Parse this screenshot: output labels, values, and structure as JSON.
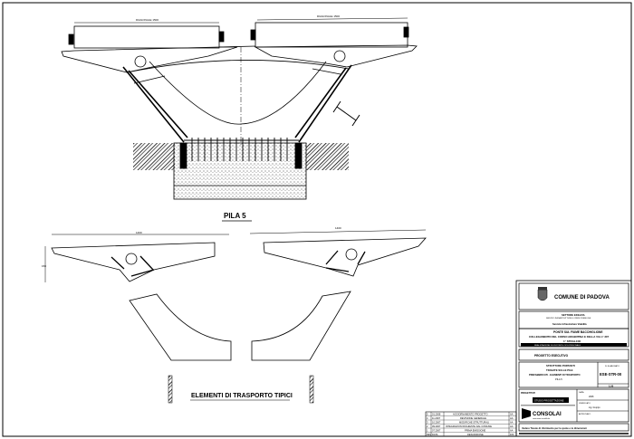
{
  "drawing": {
    "section_title": "PILA 5",
    "elements_title": "ELEMENTI DI TRASPORTO TIPICI",
    "dimensions": {
      "left_deck": "DIAGONALE 1500",
      "right_deck": "DIAGONALE 1500",
      "left_element": "1400",
      "right_element": "1400",
      "left_element_height": "150"
    }
  },
  "title_block": {
    "client": "COMUNE DI PADOVA",
    "department_1": "SETTORE EDILIZIA",
    "department_2": "SERVIZIO INFRASTRUTTURE E OPERE PUBBLICHE",
    "office": "Servizio Infrastrutture Viabilità",
    "project_line_1": "PONTE SUL FIUME BACCHIGLIONE",
    "project_line_2": "COLLEGAMENTO DEL CORSO ARGENTINA E DELLA VIA n° 307",
    "project_line_3": "1° STRALCIO",
    "project_note": "REALIZZAZIONE DI UN PONTE CICLOPEDONALE",
    "phase": "PROGETTO ESECUTIVO",
    "drawing_desc_1": "STRUTTURE PORTANTI",
    "drawing_desc_2": "TRAVATE SULLE PILE",
    "drawing_desc_3": "PREFABBRICATI - ELEMENTI DI TRASPORTO",
    "drawing_desc_4": "PILA 5",
    "drawing_no_label": "N. ELABORATO",
    "drawing_no": "ESE-STR-00",
    "scale": "1:50",
    "designer_label": "PROGETTISTI",
    "designer_name": "STUDIO PROGETTAZIONE",
    "company": "CONSOLAI",
    "company_sub": "costruzioni metalliche",
    "date_label": "DATA",
    "date_value": "2008",
    "check_label": "VERIFICATO",
    "check_value": "ing. Gruppo",
    "approved_label": "APPROVATO",
    "footer": "Vedere Tavole di riferimento per le quote e le dimensioni"
  },
  "revisions": {
    "rows": [
      {
        "rev": "5",
        "date": "01.2008",
        "desc": "AGGIORNAMENTO PROGETTO",
        "by": "AA"
      },
      {
        "rev": "4",
        "date": "11.2007",
        "desc": "REVISIONE GENERALE",
        "by": "AA"
      },
      {
        "rev": "3",
        "date": "10.2007",
        "desc": "MODIFICHE STRUTTURALI",
        "by": "AA"
      },
      {
        "rev": "2",
        "date": "09.2007",
        "desc": "INTEGRAZIONI RICHIESTE DAL COMUNE",
        "by": "AA"
      },
      {
        "rev": "1",
        "date": "07.2007",
        "desc": "PRIMA EMISSIONE",
        "by": "AA"
      },
      {
        "rev": "REV",
        "date": "DATA",
        "desc": "DESCRIZIONE",
        "by": "DIS"
      }
    ]
  }
}
